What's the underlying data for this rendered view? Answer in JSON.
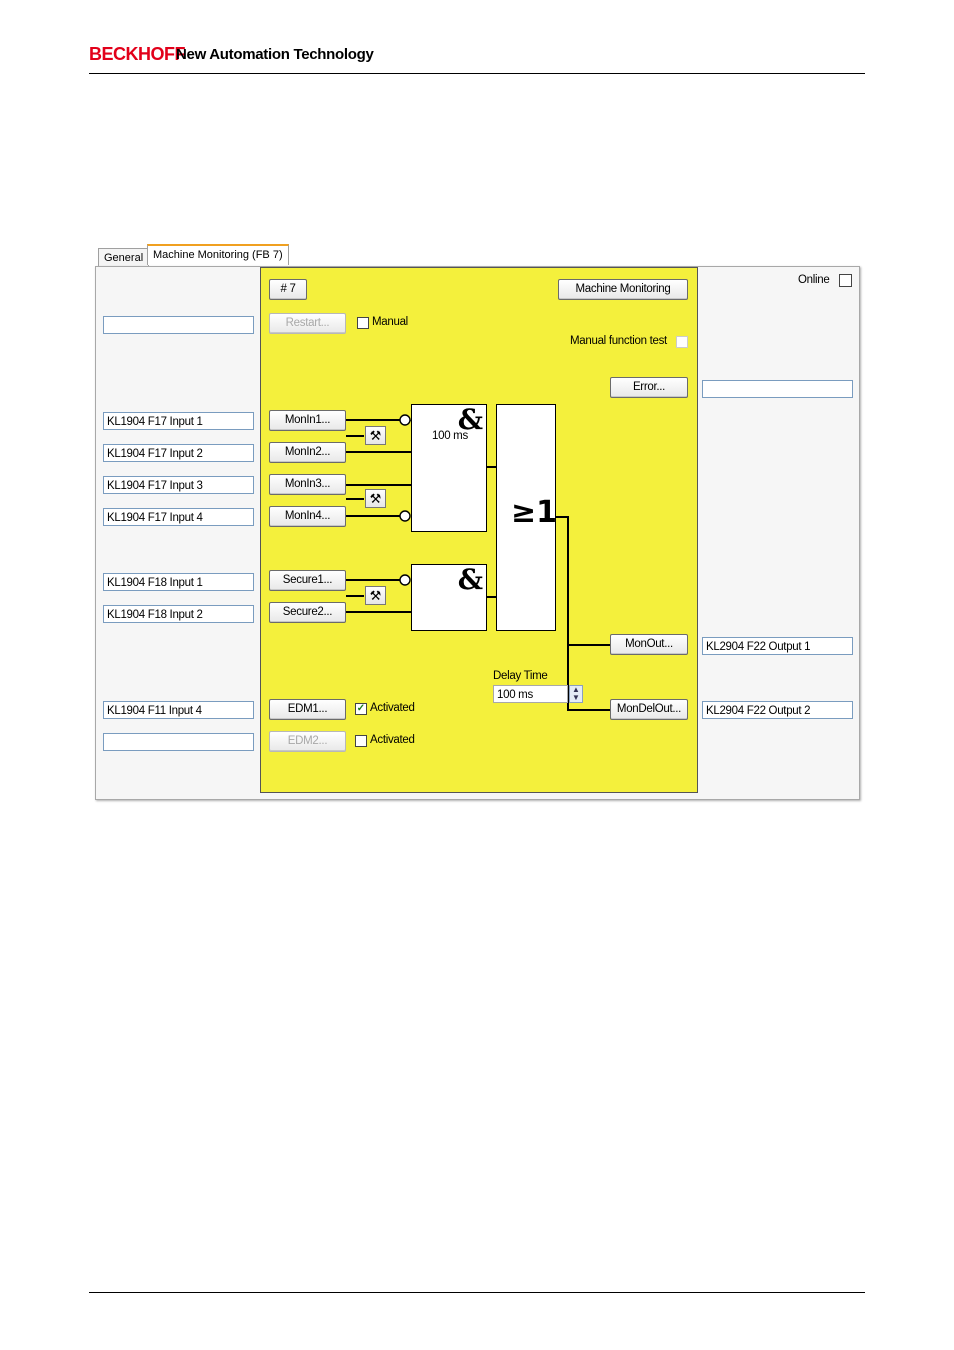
{
  "header": {
    "brand": "BECKHOFF",
    "tagline": "New Automation Technology"
  },
  "tabs": [
    {
      "label": "General",
      "active": false
    },
    {
      "label": "Machine Monitoring (FB 7)",
      "active": true
    }
  ],
  "fb": {
    "number_button": "# 7",
    "type_button": "Machine Monitoring",
    "restart_button": "Restart...",
    "manual_label": "Manual",
    "manual_checked": false,
    "manual_function_test_label": "Manual function test",
    "error_button": "Error...",
    "online_label": "Online",
    "online_checked": false
  },
  "inputs": [
    {
      "field": "KL1904 F17 Input 1",
      "button": "MonIn1..."
    },
    {
      "field": "KL1904 F17 Input 2",
      "button": "MonIn2..."
    },
    {
      "field": "KL1904 F17 Input 3",
      "button": "MonIn3..."
    },
    {
      "field": "KL1904 F17 Input 4",
      "button": "MonIn4..."
    },
    {
      "field": "KL1904 F18 Input 1",
      "button": "Secure1..."
    },
    {
      "field": "KL1904 F18 Input 2",
      "button": "Secure2..."
    }
  ],
  "gates": {
    "and_symbol": "&",
    "or_symbol": "≥1",
    "discrepancy_time": "100 ms"
  },
  "delay": {
    "label": "Delay Time",
    "value": "100 ms"
  },
  "outputs": [
    {
      "button": "MonOut...",
      "field": "KL2904 F22 Output 1"
    },
    {
      "button": "MonDelOut...",
      "field": "KL2904 F22 Output 2"
    }
  ],
  "edm": [
    {
      "field": "KL1904 F11 Input 4",
      "button": "EDM1...",
      "label": "Activated",
      "checked": true,
      "enabled": true
    },
    {
      "field": "",
      "button": "EDM2...",
      "label": "Activated",
      "checked": false,
      "enabled": false
    }
  ],
  "colors": {
    "panel": "#f4f03c",
    "brand": "#e2001a",
    "field_border": "#7a9cbf"
  },
  "icons": {
    "tool_button": "hammer-wrench-icon",
    "check": "checkmark-icon",
    "spinner": "up-down-spinner-icon"
  }
}
